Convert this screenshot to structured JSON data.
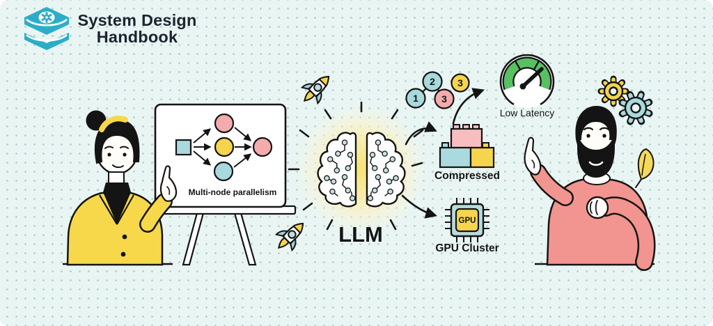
{
  "brand": {
    "line1": "System Design",
    "line2": "Handbook"
  },
  "whiteboard": {
    "caption": "Multi-node parallelism"
  },
  "brain": {
    "label": "LLM"
  },
  "pipeline": {
    "step_badges": [
      "1",
      "2",
      "3",
      "3"
    ],
    "compressed_label": "Compressed",
    "latency_label": "Low Latency",
    "gpu_chip_label": "GPU",
    "gpu_cluster_label": "GPU Cluster"
  },
  "colors": {
    "brand_teal": "#2badc9",
    "node_teal": "#a9d9dc",
    "node_pink": "#f4abad",
    "node_yellow": "#f5d44e",
    "gauge_green": "#57c161",
    "jacket_yellow": "#f7d84b",
    "sweater_salmon": "#f2948f",
    "glow_yellow": "#f7e26b",
    "background": "#e9f5f3",
    "ink": "#141414"
  }
}
